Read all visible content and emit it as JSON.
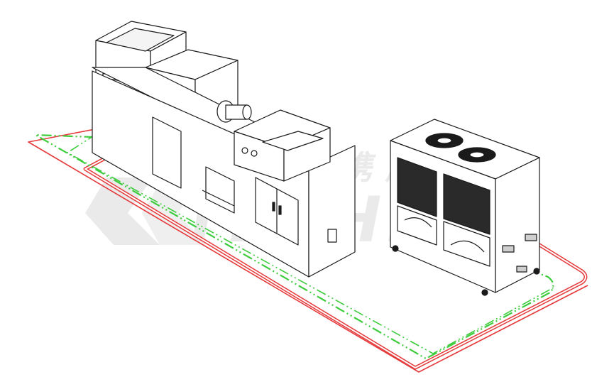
{
  "diagram": {
    "watermark": {
      "brand_text": "TECHING",
      "brand_text_cjk": "携晨机械",
      "color": "#d9d9d9"
    },
    "colors": {
      "line": "#1a1a1a",
      "hot_pipe": "#e5393b",
      "cool_pipe": "#3ccc3c",
      "background": "#ffffff"
    },
    "components": {
      "machine": "injection-molding-machine",
      "chiller": "air-cooled-chiller",
      "pipes": [
        "outlet-pipe-red",
        "return-pipe-green-dashed"
      ]
    }
  }
}
